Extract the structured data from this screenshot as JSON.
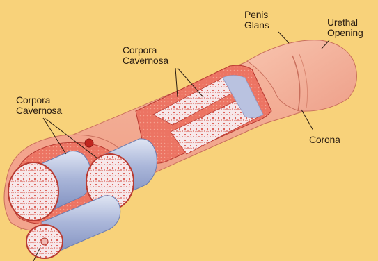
{
  "labels": {
    "penis_glans": "Penis\nGlans",
    "urethral_opening": "Urethal\nOpening",
    "corpora_cavernosa_top": "Corpora\nCavernosa",
    "corpora_cavernosa_left": "Corpora\nCavernosa",
    "corona": "Corona"
  },
  "colors": {
    "background": "#f8d27a",
    "skin": "#f2a98f",
    "skin_dark": "#e08a73",
    "tissue_red": "#e0483f",
    "spongy_tissue": "#f7e8ea",
    "tube_blue": "#a8b4d8",
    "tube_highlight": "#e6ecf6"
  }
}
